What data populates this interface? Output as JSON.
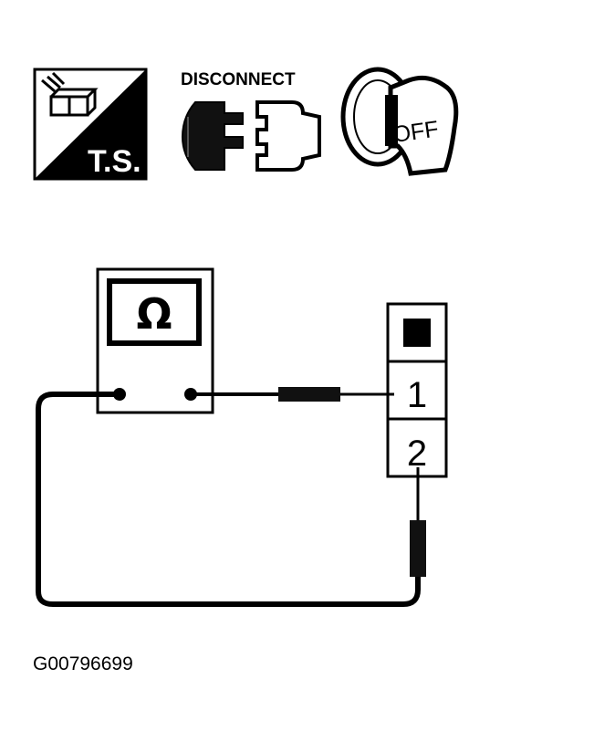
{
  "icons": {
    "test_symbol": {
      "label": "T.S.",
      "icon": "tester-box-icon"
    },
    "disconnect": {
      "label": "DISCONNECT",
      "icon": "connector-disconnect-icon"
    },
    "ignition": {
      "label": "OFF",
      "icon": "ignition-key-off-icon"
    }
  },
  "ohmmeter": {
    "symbol": "Ω",
    "icon": "ohmmeter-icon"
  },
  "connector": {
    "pins": [
      {
        "label": "1"
      },
      {
        "label": "2"
      }
    ]
  },
  "figure_id": "G00796699",
  "colors": {
    "ink": "#000000",
    "paper": "#ffffff",
    "screen": "#dcdcdc"
  }
}
